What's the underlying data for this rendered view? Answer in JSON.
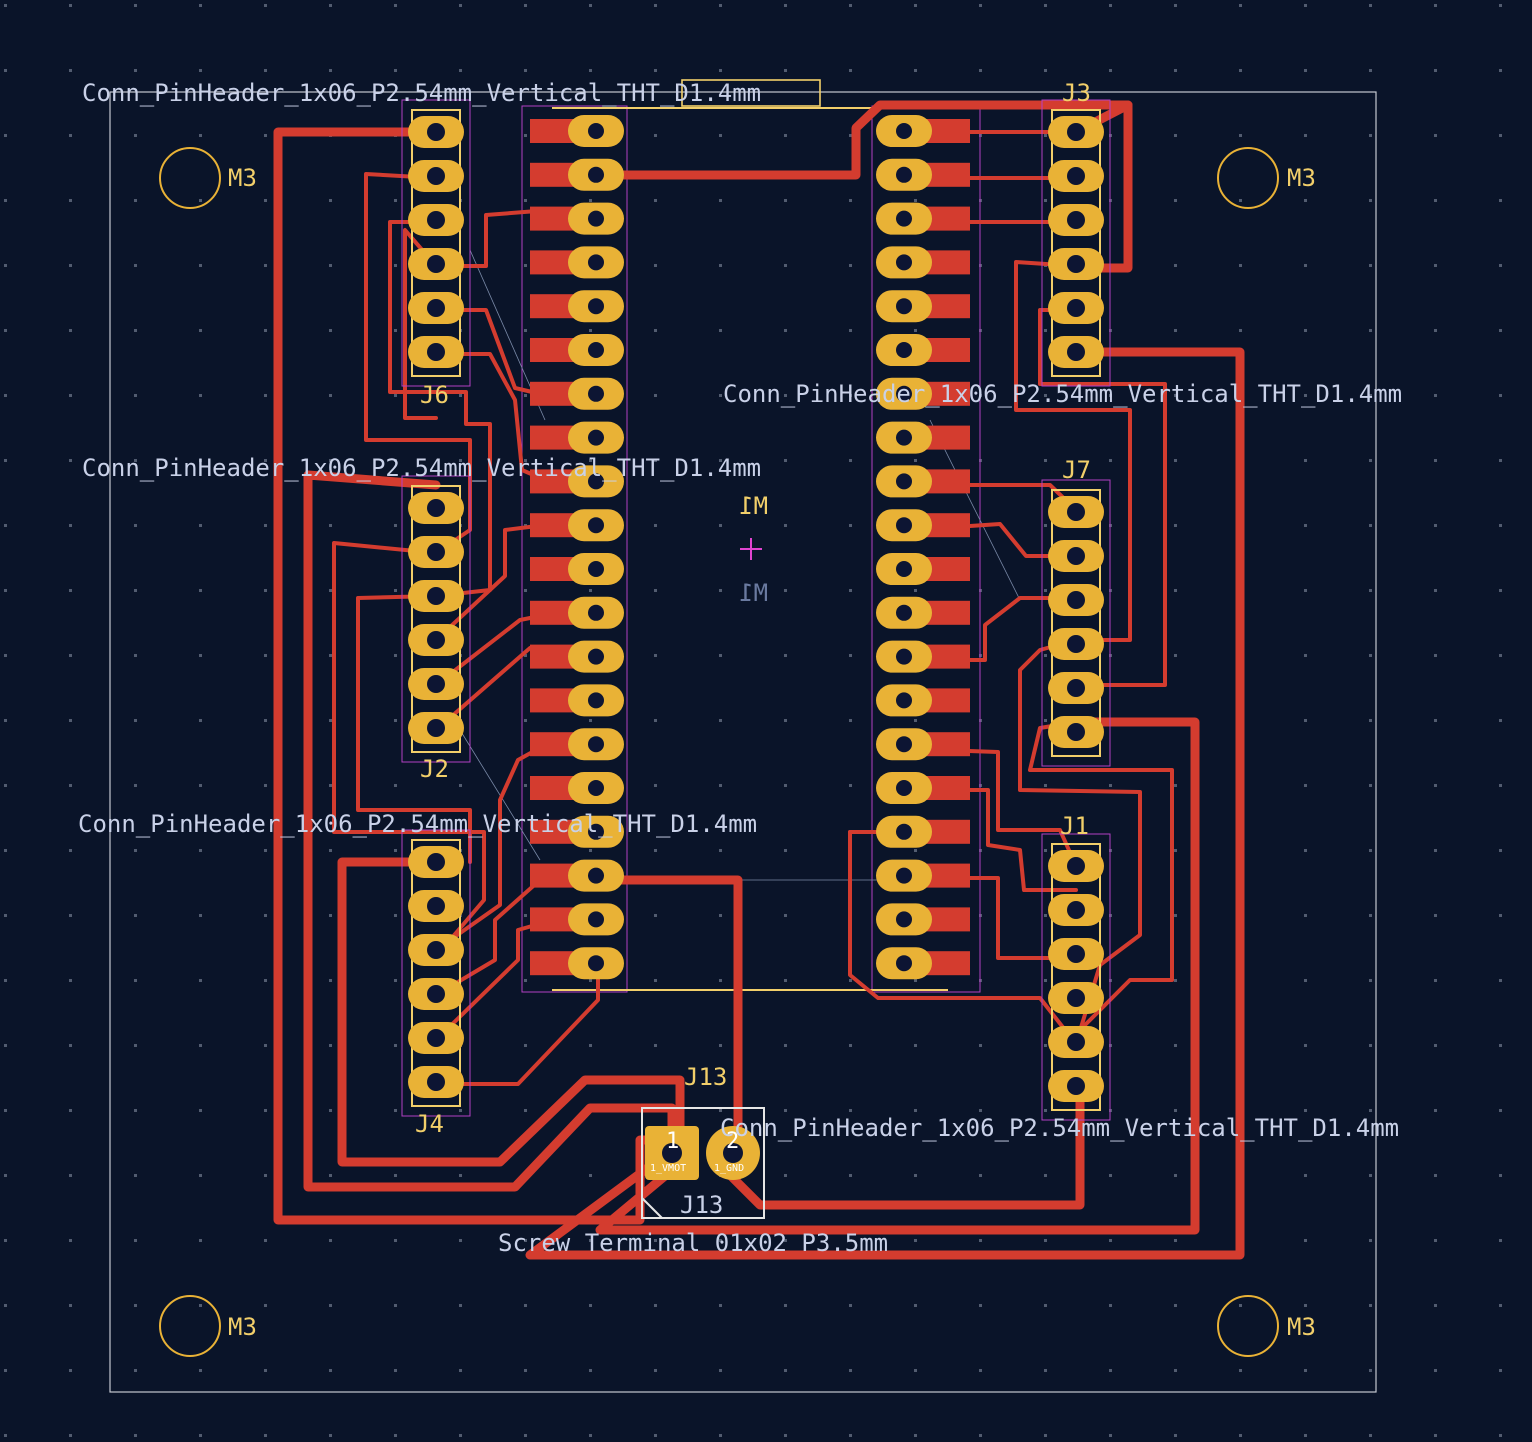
{
  "pcb": {
    "footprint_labels": {
      "j6": "Conn_PinHeader_1x06_P2.54mm_Vertical_THT_D1.4mm",
      "j2": "Conn_PinHeader_1x06_P2.54mm_Vertical_THT_D1.4mm",
      "j4": "Conn_PinHeader_1x06_P2.54mm_Vertical_THT_D1.4mm",
      "j7": "Conn_PinHeader_1x06_P2.54mm_Vertical_THT_D1.4mm",
      "j1": "Conn_PinHeader_1x06_P2.54mm_Vertical_THT_D1.4mm",
      "j13": "Screw Terminal 01x02 P3.5mm"
    },
    "refs": {
      "j6": "J6",
      "j2": "J2",
      "j4": "J4",
      "j3": "J3",
      "j7": "J7",
      "j1": "J1",
      "j13": "J13",
      "j13_silk": "J13",
      "m1_top": "M1",
      "m1_bottom": "M1",
      "m3_tl": "M3",
      "m3_tr": "M3",
      "m3_bl": "M3",
      "m3_br": "M3"
    },
    "pad_labels": {
      "j13_pin1_num": "1",
      "j13_pin2_num": "2",
      "j13_pin1_net": "1_VMOT",
      "j13_pin2_net": "1_GND"
    },
    "colors": {
      "background": "#0a1429",
      "grid_dot": "#5a6478",
      "edge_cuts": "#c4c8d0",
      "copper": "#d43c2f",
      "pad": "#e9b236",
      "silkscreen": "#f2cf6a",
      "fab_text": "#c9d1e8",
      "courtyard": "#b33fc4",
      "origin": "#e044d0"
    }
  }
}
